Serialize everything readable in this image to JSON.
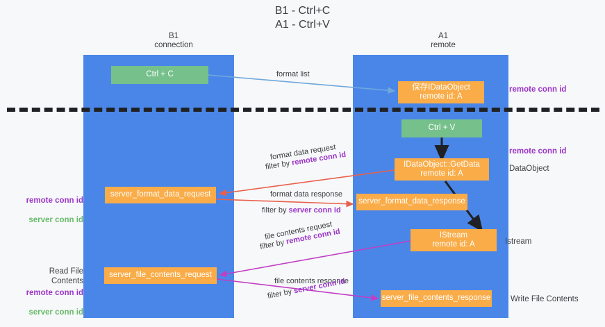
{
  "title": "B1 - Ctrl+C\nA1 - Ctrl+V",
  "lanes": [
    {
      "name": "b1",
      "header": "B1\nconnection"
    },
    {
      "name": "a1",
      "header": "A1\nremote"
    }
  ],
  "nodes": [
    {
      "id": "ctrl-c",
      "label": "Ctrl + C",
      "color": "#76c18b"
    },
    {
      "id": "ctrl-v",
      "label": "Ctrl + V",
      "color": "#76c18b"
    },
    {
      "id": "save-idataobject",
      "label": "保存IDataObject\nremote id: A",
      "color": "#f9ac48"
    },
    {
      "id": "idataobject-getdata",
      "label": "IDataObject::GetData\nremote id: A",
      "color": "#f9ac48"
    },
    {
      "id": "istream",
      "label": "IStream\nremote id: A",
      "color": "#f9ac48"
    },
    {
      "id": "server-format-data-request",
      "label": "server_format_data_request",
      "color": "#f9ac48"
    },
    {
      "id": "server-format-data-response",
      "label": "server_format_data_response",
      "color": "#f9ac48"
    },
    {
      "id": "server-file-contents-request",
      "label": "server_file_contents_request",
      "color": "#f9ac48"
    },
    {
      "id": "server-file-contents-response",
      "label": "server_file_contents_response",
      "color": "#f9ac48"
    }
  ],
  "edges": [
    {
      "id": "format-list",
      "line1": "format list",
      "prefix": "",
      "emph": ""
    },
    {
      "id": "format-data-request",
      "line1": "format data request",
      "prefix": "filter by ",
      "emph": "remote conn id"
    },
    {
      "id": "format-data-response",
      "line1": "format data response",
      "prefix": "filter by ",
      "emph": "server conn id"
    },
    {
      "id": "file-contents-request",
      "line1": "file contents request",
      "prefix": "filter by ",
      "emph": "remote conn id"
    },
    {
      "id": "file-contents-response",
      "line1": "file contents response",
      "prefix": "filter by ",
      "emph": "server conn id"
    }
  ],
  "side_labels": {
    "right_remote_conn_id_top": "remote conn id",
    "right_remote_conn_id_mid": "remote conn id",
    "right_dataobject": "DataObject",
    "right_istream": "Istream",
    "right_write_file_contents": "Write File Contents",
    "left_remote_conn_id": "remote conn id",
    "left_server_conn_id": "server conn id",
    "left_read_file_contents": "Read File Contents",
    "left_remote_conn_id_2": "remote conn id",
    "left_server_conn_id_2": "server conn id"
  },
  "colors": {
    "lane": "#4a86e8",
    "node_green": "#76c18b",
    "node_orange": "#f9ac48",
    "accent_purple": "#9b35c8",
    "accent_green": "#67bb6a",
    "arrow_blue": "#6fa8dc",
    "arrow_red": "#e8604c",
    "arrow_magenta": "#c13fc4",
    "arrow_black": "#202124",
    "background": "#f7f8f9",
    "text": "#3c4043"
  }
}
